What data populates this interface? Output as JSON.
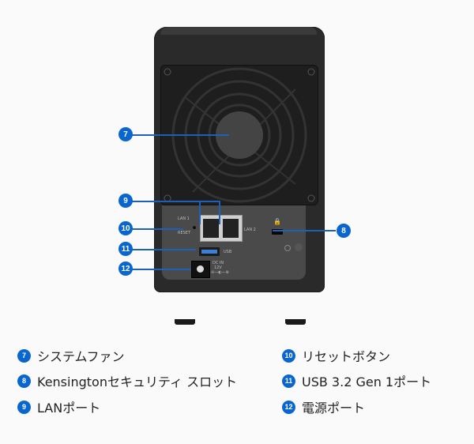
{
  "device": {
    "labels": {
      "lan1": "LAN 1",
      "lan2": "LAN 2",
      "reset": "RESET",
      "usb": "USB",
      "dc_in": "DC IN",
      "voltage": "12V",
      "polarity": "⊖—◐—⊕"
    }
  },
  "callouts": [
    {
      "num": "7",
      "target": "system-fan"
    },
    {
      "num": "8",
      "target": "kensington-slot"
    },
    {
      "num": "9",
      "target": "lan-ports"
    },
    {
      "num": "10",
      "target": "reset-button"
    },
    {
      "num": "11",
      "target": "usb-port"
    },
    {
      "num": "12",
      "target": "power-port"
    }
  ],
  "legend": {
    "left": [
      {
        "num": "7",
        "label": "システムファン"
      },
      {
        "num": "8",
        "label": "Kensingtonセキュリティ スロット"
      },
      {
        "num": "9",
        "label": "LANポート"
      }
    ],
    "right": [
      {
        "num": "10",
        "label": "リセットボタン"
      },
      {
        "num": "11",
        "label": "USB 3.2 Gen 1ポート"
      },
      {
        "num": "12",
        "label": "電源ポート"
      }
    ]
  },
  "colors": {
    "badge": "#0a66cf",
    "line": "#1f5fb8",
    "background": "#fafafa"
  }
}
